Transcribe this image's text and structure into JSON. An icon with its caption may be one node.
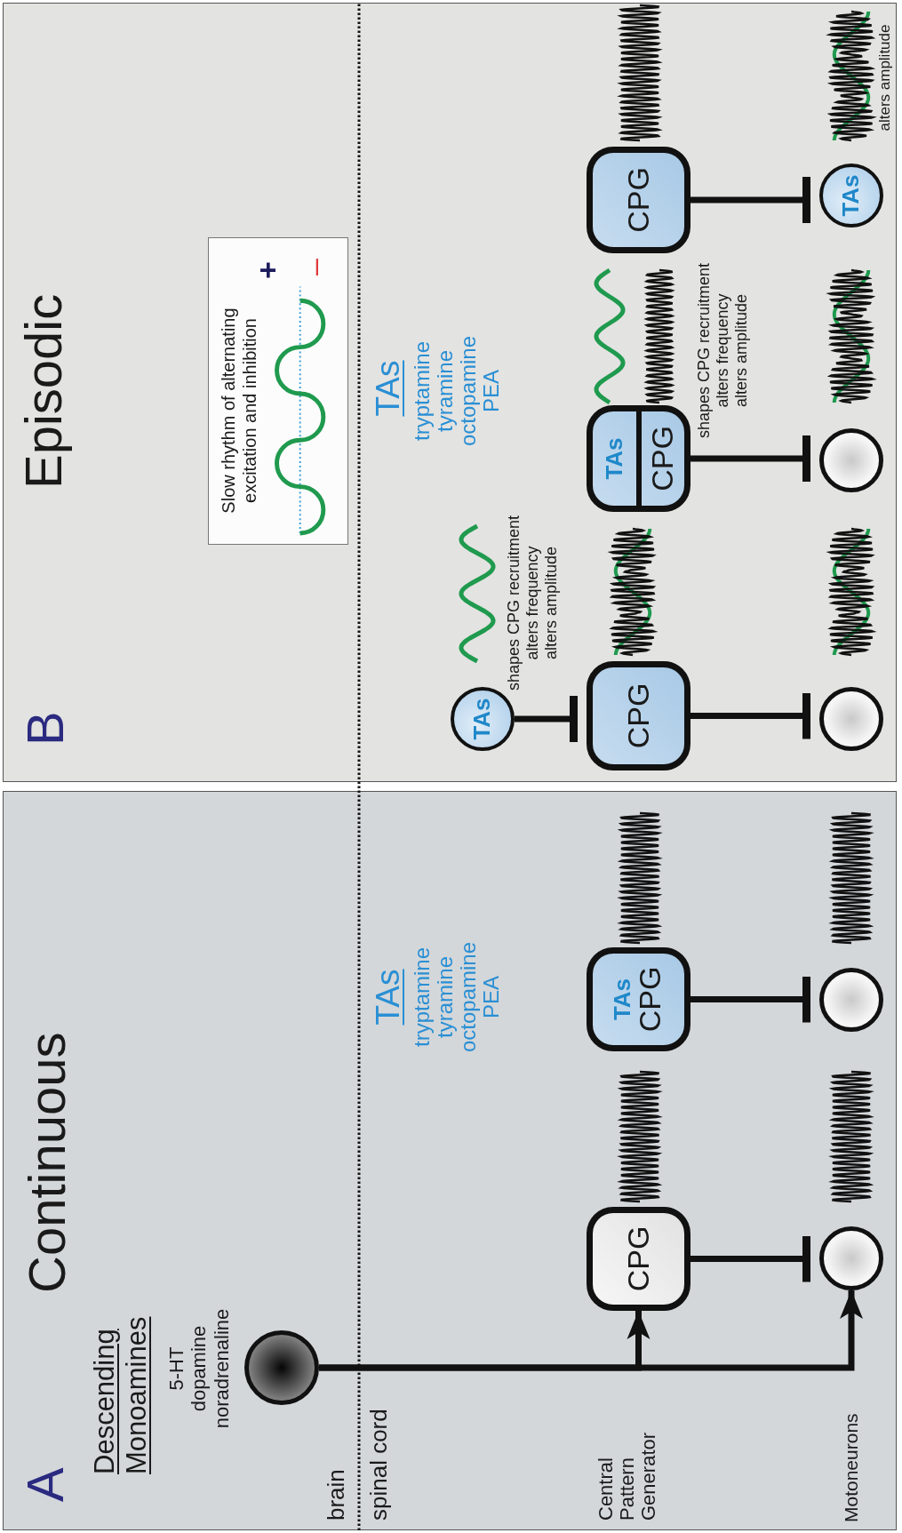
{
  "diagram": {
    "nodes": [
      {
        "text": [],
        "shape": "circle"
      },
      {
        "text": [
          "CPG"
        ]
      },
      {
        "text": [],
        "shape": "circle"
      },
      {
        "text": [
          "TAs",
          "CPG"
        ]
      },
      {
        "text": [],
        "shape": "circle"
      },
      {
        "text": [
          "TAs"
        ]
      },
      {
        "text": [
          "CPG"
        ]
      },
      {
        "text": [],
        "shape": "circle"
      },
      {
        "text": [
          "TAs",
          "CPG"
        ]
      },
      {
        "text": [],
        "shape": "circle"
      },
      {
        "text": [
          "CPG"
        ]
      },
      {
        "text": [
          "TAs"
        ]
      },
      {
        "text": [
          "Slow rhythm of alternating excitation and inhibition",
          "+",
          "–"
        ]
      }
    ],
    "edges": [
      {
        "from": 0,
        "to": 1,
        "arrow": "to"
      },
      {
        "from": 0,
        "to": 2,
        "arrow": "to"
      },
      {
        "from": 1,
        "to": 2,
        "arrow": "other"
      },
      {
        "from": 3,
        "to": 4,
        "arrow": "other"
      },
      {
        "from": 5,
        "to": 6,
        "arrow": "other"
      },
      {
        "from": 6,
        "to": 7,
        "arrow": "other"
      },
      {
        "from": 8,
        "to": 9,
        "arrow": "other"
      },
      {
        "from": 10,
        "to": 11,
        "arrow": "other"
      }
    ],
    "labels": [
      "A",
      "Continuous",
      "Descending Monoamines",
      "5-HT dopamine noradrenaline",
      "brain",
      "spinal cord",
      "Central Pattern Generator",
      "Motoneurons",
      "TAs",
      "tryptamine tyramine octopamine PEA",
      "B",
      "Episodic",
      "TAs",
      "tryptamine tyramine octopamine PEA",
      "shapes CPG recruitment alters frequency alters amplitude",
      "shapes CPG recruitment alters frequency alters amplitude",
      "alters amplitude"
    ]
  }
}
